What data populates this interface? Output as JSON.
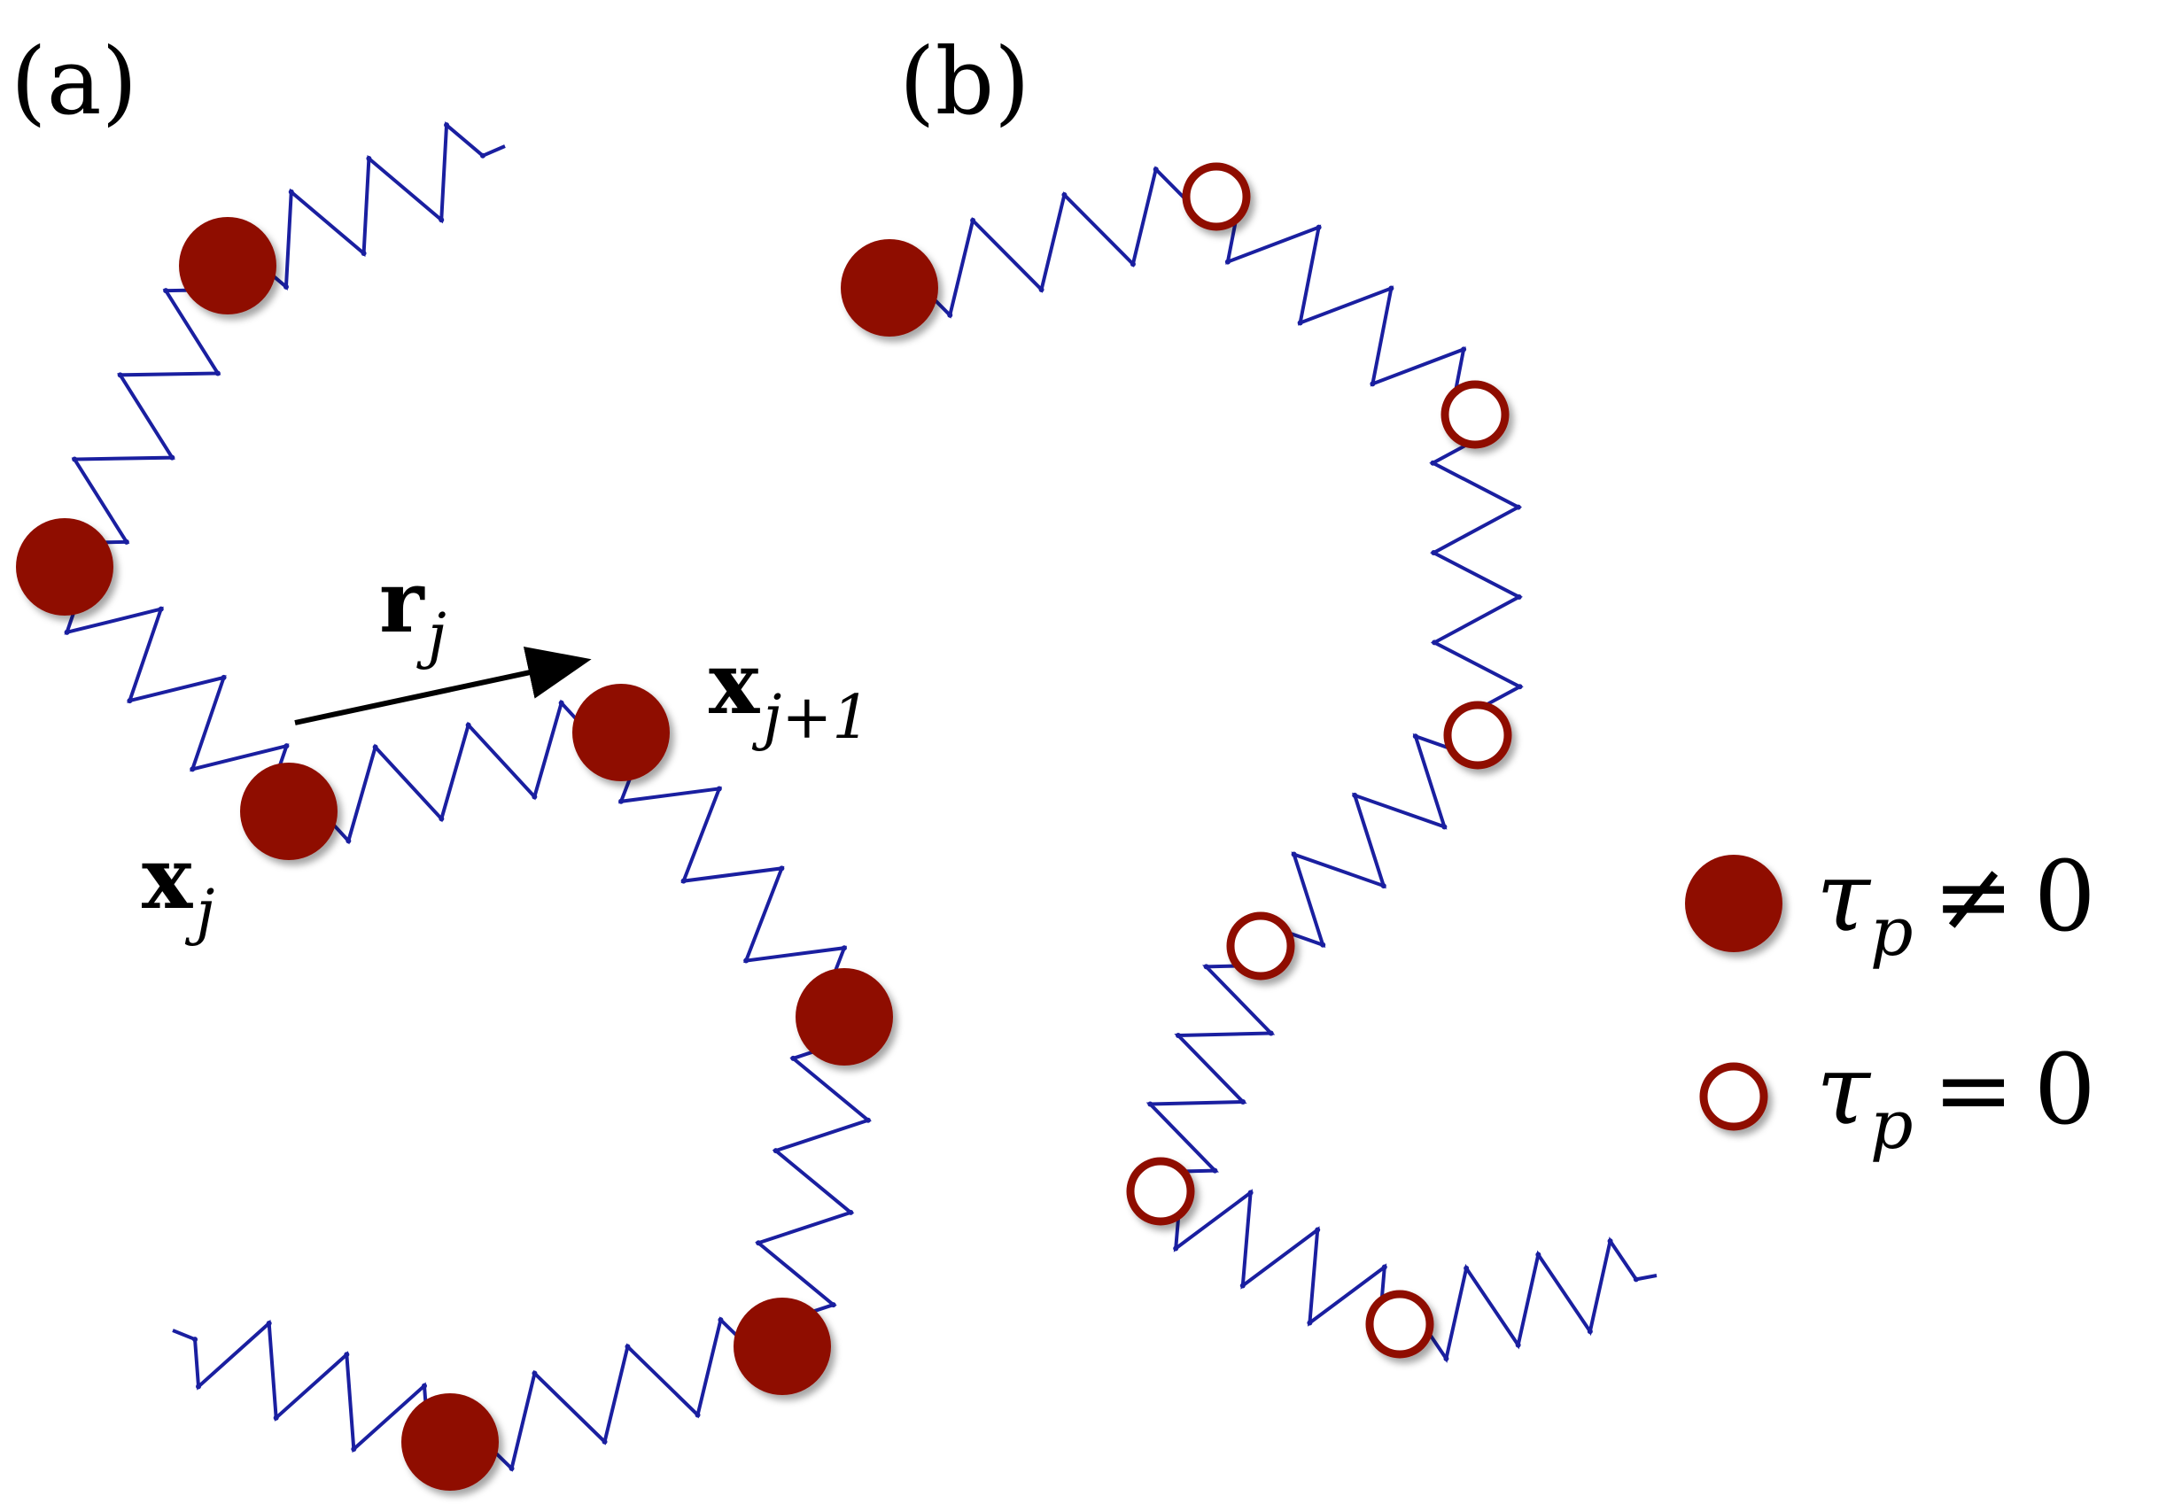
{
  "panels": {
    "a": {
      "label": "(a)"
    },
    "b": {
      "label": "(b)"
    }
  },
  "annotations": {
    "r_main": "r",
    "r_sub": "j",
    "xj_main": "x",
    "xj_sub": "j",
    "xj1_main": "x",
    "xj1_sub": "j+1"
  },
  "legend": {
    "filled": {
      "symbol": "τ",
      "sub": "p",
      "relation": "≠",
      "value": "0"
    },
    "open": {
      "symbol": "τ",
      "sub": "p",
      "relation": "=",
      "value": "0"
    }
  },
  "colors": {
    "spring": "#1a1fa0",
    "bead": "#8f1004",
    "arrow": "#000000",
    "text": "#000000"
  }
}
